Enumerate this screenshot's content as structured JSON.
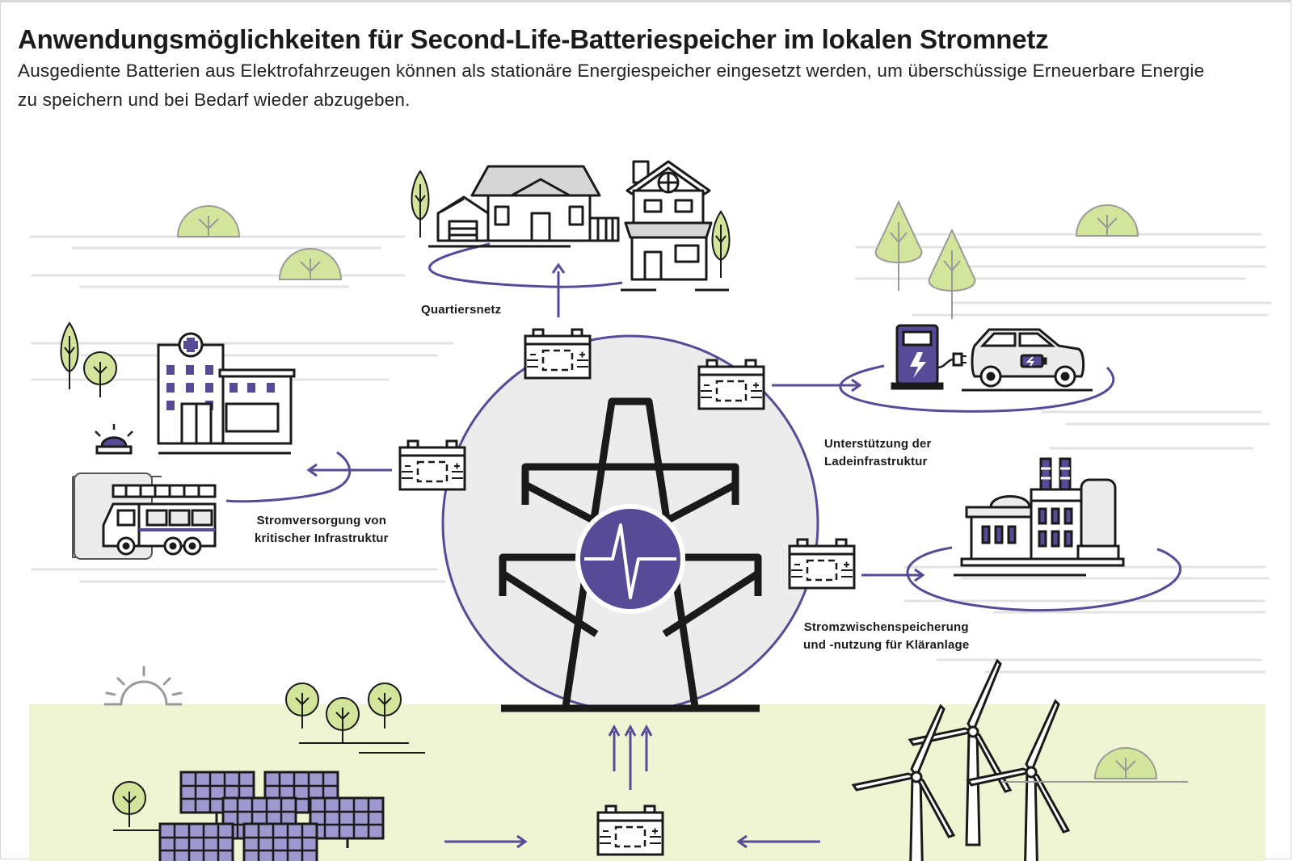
{
  "header": {
    "title": "Anwendungsmöglichkeiten für Second-Life-Batteriespeicher im lokalen Stromnetz",
    "subtitle": "Ausgediente Batterien aus Elektrofahrzeugen können als stationäre Energiespeicher eingesetzt werden, um überschüssige Erneuerbare Energie zu speichern und bei Bedarf wieder abzugeben."
  },
  "labels": {
    "quartiersnetz": "Quartiersnetz",
    "ladeinfrastruktur_line1": "Unterstützung der",
    "ladeinfrastruktur_line2": "Ladeinfrastruktur",
    "kritisch_line1": "Stromversorgung von",
    "kritisch_line2": "kritischer Infrastruktur",
    "klaeranlage_line1": "Stromzwischenspeicherung",
    "klaeranlage_line2": "und -nutzung für Kläranlage"
  },
  "colors": {
    "accent": "#574a96",
    "ground": "#eff5d2",
    "tree": "#d3e49b",
    "circle_fill": "#ececec",
    "line_gray": "#e3e3e3",
    "ink": "#1a1a1a"
  }
}
